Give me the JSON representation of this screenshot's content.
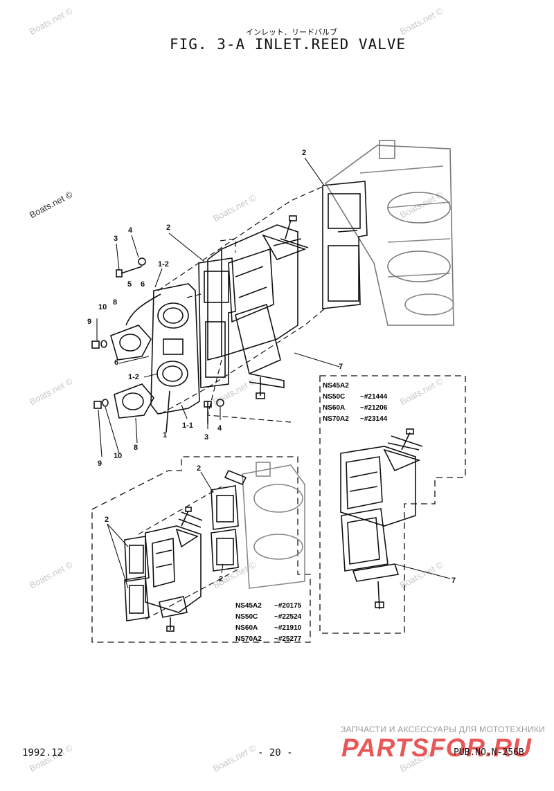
{
  "title_jp": "インレット．リードバルブ",
  "title": "FIG.  3-A INLET.REED VALVE",
  "watermark": "Boats.net ©",
  "part_labels": {
    "p2a": "2",
    "p2b": "2",
    "p4": "4",
    "p3": "3",
    "p1_2a": "1-2",
    "p5": "5",
    "p6a": "6",
    "p10a": "10",
    "p8a": "8",
    "p9a": "9",
    "p6b": "6",
    "p1_2b": "1-2",
    "p1": "1",
    "p1_1": "1-1",
    "p3b": "3",
    "p4b": "4",
    "p9b": "9",
    "p10b": "10",
    "p8b": "8",
    "p7a": "7",
    "p2c": "2",
    "p2d": "2",
    "p2e": "2",
    "p7b": "7"
  },
  "serial_box_right": [
    {
      "model": "NS45A2",
      "serial": ""
    },
    {
      "model": "NS50C",
      "serial": "~#21444"
    },
    {
      "model": "NS60A",
      "serial": "~#21206"
    },
    {
      "model": "NS70A2",
      "serial": "~#23144"
    }
  ],
  "serial_box_left": [
    {
      "model": "NS45A2",
      "serial": "~#20175"
    },
    {
      "model": "NS50C",
      "serial": "~#22524"
    },
    {
      "model": "NS60A",
      "serial": "~#21910"
    },
    {
      "model": "NS70A2",
      "serial": "~#25277"
    }
  ],
  "footer": {
    "date": "1992.12",
    "page": "- 20 -",
    "pub": "PUB.NO.N-256B"
  },
  "banner": {
    "russian": "ЗАПЧАСТИ И АКСЕССУАРЫ ДЛЯ МОТОТЕХНИКИ",
    "brand": "PARTSFOR.RU"
  }
}
